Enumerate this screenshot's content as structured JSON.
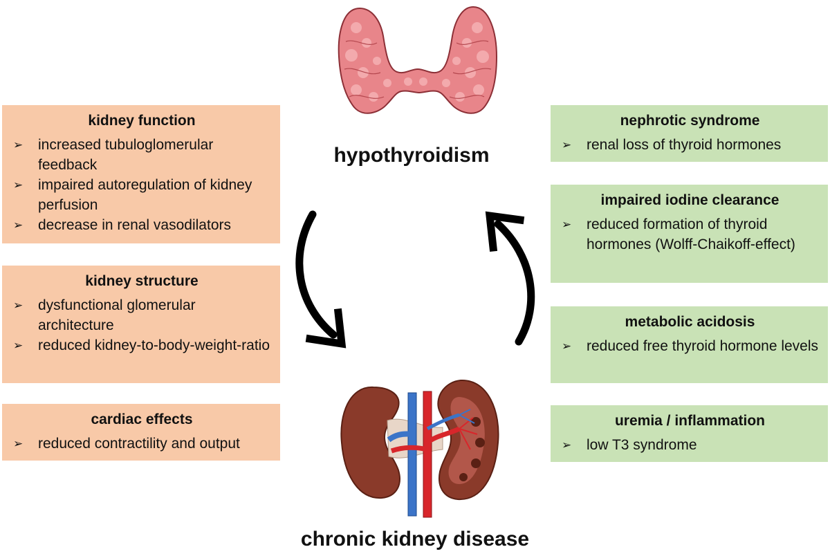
{
  "center": {
    "top_label": "hypothyroidism",
    "bottom_label": "chronic kidney disease"
  },
  "bullet_glyph": "➢",
  "left_boxes": [
    {
      "title": "kidney function",
      "items": [
        "increased tubuloglomerular feedback",
        "impaired autoregulation of kidney perfusion",
        "decrease in renal vasodilators"
      ]
    },
    {
      "title": "kidney structure",
      "items": [
        "dysfunctional glomerular architecture",
        "reduced kidney-to-body-weight-ratio"
      ]
    },
    {
      "title": "cardiac effects",
      "items": [
        "reduced contractility and output"
      ]
    }
  ],
  "right_boxes": [
    {
      "title": "nephrotic syndrome",
      "items": [
        "renal loss of thyroid hormones"
      ]
    },
    {
      "title": "impaired iodine clearance",
      "items": [
        "reduced formation of thyroid hormones (Wolff-Chaikoff-effect)"
      ]
    },
    {
      "title": "metabolic acidosis",
      "items": [
        "reduced free thyroid hormone levels"
      ]
    },
    {
      "title": "uremia / inflammation",
      "items": [
        "low T3 syndrome"
      ]
    }
  ],
  "colors": {
    "left_box": "#f8c9a8",
    "right_box": "#c9e2b6",
    "thyroid": "#e8858a",
    "kidney": "#8a3a2a",
    "artery": "#d8262b",
    "vein": "#3b74c8"
  },
  "icons": [
    "thyroid-illustration",
    "kidney-illustration",
    "arrow-down-icon",
    "arrow-up-icon"
  ]
}
